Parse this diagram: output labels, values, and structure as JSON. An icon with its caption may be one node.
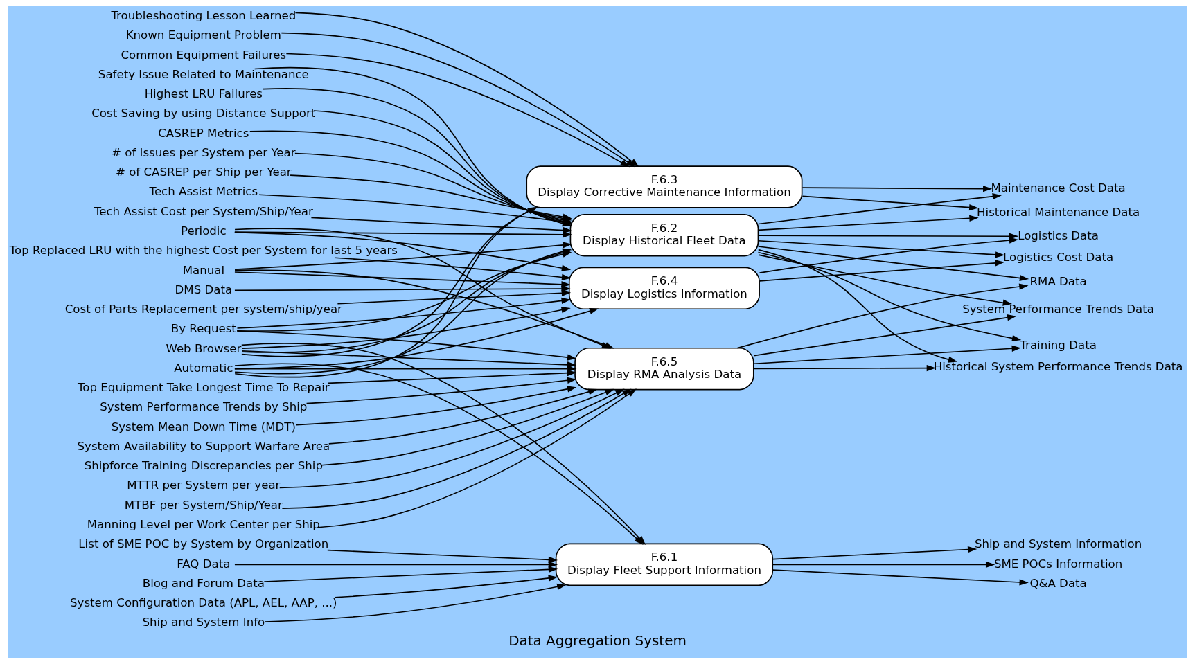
{
  "diagram": {
    "caption": "Data Aggregation System",
    "nodes": [
      {
        "text": [
          "Periodic"
        ]
      },
      {
        "text": [
          "Manual"
        ]
      },
      {
        "text": [
          "By Request"
        ]
      },
      {
        "text": [
          "Automatic"
        ]
      },
      {
        "text": [
          "System Configuration Data (APL, AEL, AAP, ...)"
        ]
      },
      {
        "text": [
          "Ship and System Info"
        ]
      },
      {
        "text": [
          "List of SME POC by System by Organization"
        ]
      },
      {
        "text": [
          "FAQ Data"
        ]
      },
      {
        "text": [
          "Blog and Forum Data"
        ]
      },
      {
        "text": [
          "F.6.1",
          "Display Fleet Support Information"
        ]
      },
      {
        "text": [
          "Q&A Data"
        ]
      },
      {
        "text": [
          "Ship and System Information"
        ]
      },
      {
        "text": [
          "SME POCs Information"
        ]
      },
      {
        "text": [
          "Tech Assist Metrics"
        ]
      },
      {
        "text": [
          "Tech Assist Cost per System/Ship/Year"
        ]
      },
      {
        "text": [
          "Safety Issue Related to Maintenance"
        ]
      },
      {
        "text": [
          "Highest LRU Failures"
        ]
      },
      {
        "text": [
          "Cost Saving by using Distance Support"
        ]
      },
      {
        "text": [
          "CASREP Metrics"
        ]
      },
      {
        "text": [
          "# of Issues per System per Year"
        ]
      },
      {
        "text": [
          "# of CASREP per Ship per Year"
        ]
      },
      {
        "text": [
          "F.6.2",
          "Display Historical Fleet Data"
        ]
      },
      {
        "text": [
          "Historical Maintenance Data"
        ]
      },
      {
        "text": [
          "Historical System Performance Trends Data"
        ]
      },
      {
        "text": [
          "Logistics Cost Data"
        ]
      },
      {
        "text": [
          "Logistics Data"
        ]
      },
      {
        "text": [
          "Maintenance Cost Data"
        ]
      },
      {
        "text": [
          "RMA Data"
        ]
      },
      {
        "text": [
          "System Performance Trends Data"
        ]
      },
      {
        "text": [
          "Training Data"
        ]
      },
      {
        "text": [
          "Troubleshooting Lesson Learned"
        ]
      },
      {
        "text": [
          "Known Equipment Problem"
        ]
      },
      {
        "text": [
          "Common Equipment Failures"
        ]
      },
      {
        "text": [
          "F.6.3",
          "Display Corrective Maintenance Information"
        ]
      },
      {
        "text": [
          "Top Replaced LRU with the highest Cost per System for last 5 years"
        ]
      },
      {
        "text": [
          "DMS Data"
        ]
      },
      {
        "text": [
          "Cost of Parts Replacement per system/ship/year"
        ]
      },
      {
        "text": [
          "F.6.4",
          "Display Logistics Information"
        ]
      },
      {
        "text": [
          "Top Equipment Take Longest Time To Repair"
        ]
      },
      {
        "text": [
          "System Performance Trends by Ship"
        ]
      },
      {
        "text": [
          "System Mean Down Time (MDT)"
        ]
      },
      {
        "text": [
          "System Availability to Support Warfare Area"
        ]
      },
      {
        "text": [
          "Shipforce Training Discrepancies per Ship"
        ]
      },
      {
        "text": [
          "MTTR per System per year"
        ]
      },
      {
        "text": [
          "MTBF per System/Ship/Year"
        ]
      },
      {
        "text": [
          "Manning Level per Work Center per Ship"
        ]
      },
      {
        "text": [
          "F.6.5",
          "Display RMA Analysis Data"
        ]
      },
      {
        "text": [
          "Web Browser"
        ]
      }
    ],
    "edges": [
      {
        "from": 4,
        "to": 9,
        "arrow": "to"
      },
      {
        "from": 5,
        "to": 9,
        "arrow": "to"
      },
      {
        "from": 6,
        "to": 9,
        "arrow": "to"
      },
      {
        "from": 7,
        "to": 9,
        "arrow": "to"
      },
      {
        "from": 8,
        "to": 9,
        "arrow": "to"
      },
      {
        "from": 9,
        "to": 10,
        "arrow": "to"
      },
      {
        "from": 9,
        "to": 11,
        "arrow": "to"
      },
      {
        "from": 9,
        "to": 12,
        "arrow": "to"
      },
      {
        "from": 13,
        "to": 21,
        "arrow": "to"
      },
      {
        "from": 14,
        "to": 21,
        "arrow": "to"
      },
      {
        "from": 15,
        "to": 21,
        "arrow": "to"
      },
      {
        "from": 16,
        "to": 21,
        "arrow": "to"
      },
      {
        "from": 17,
        "to": 21,
        "arrow": "to"
      },
      {
        "from": 18,
        "to": 21,
        "arrow": "to"
      },
      {
        "from": 19,
        "to": 21,
        "arrow": "to"
      },
      {
        "from": 20,
        "to": 21,
        "arrow": "to"
      },
      {
        "from": 21,
        "to": 22,
        "arrow": "to"
      },
      {
        "from": 21,
        "to": 23,
        "arrow": "to"
      },
      {
        "from": 21,
        "to": 24,
        "arrow": "to"
      },
      {
        "from": 21,
        "to": 25,
        "arrow": "to"
      },
      {
        "from": 21,
        "to": 26,
        "arrow": "to"
      },
      {
        "from": 21,
        "to": 27,
        "arrow": "to"
      },
      {
        "from": 21,
        "to": 28,
        "arrow": "to"
      },
      {
        "from": 21,
        "to": 29,
        "arrow": "to"
      },
      {
        "from": 30,
        "to": 33,
        "arrow": "to"
      },
      {
        "from": 31,
        "to": 33,
        "arrow": "to"
      },
      {
        "from": 32,
        "to": 33,
        "arrow": "to"
      },
      {
        "from": 33,
        "to": 22,
        "arrow": "to"
      },
      {
        "from": 33,
        "to": 26,
        "arrow": "to"
      },
      {
        "from": 34,
        "to": 37,
        "arrow": "to"
      },
      {
        "from": 35,
        "to": 37,
        "arrow": "to"
      },
      {
        "from": 36,
        "to": 37,
        "arrow": "to"
      },
      {
        "from": 37,
        "to": 24,
        "arrow": "to"
      },
      {
        "from": 37,
        "to": 25,
        "arrow": "to"
      },
      {
        "from": 38,
        "to": 46,
        "arrow": "to"
      },
      {
        "from": 39,
        "to": 46,
        "arrow": "to"
      },
      {
        "from": 40,
        "to": 46,
        "arrow": "to"
      },
      {
        "from": 41,
        "to": 46,
        "arrow": "to"
      },
      {
        "from": 42,
        "to": 46,
        "arrow": "to"
      },
      {
        "from": 43,
        "to": 46,
        "arrow": "to"
      },
      {
        "from": 44,
        "to": 46,
        "arrow": "to"
      },
      {
        "from": 45,
        "to": 46,
        "arrow": "to"
      },
      {
        "from": 46,
        "to": 23,
        "arrow": "to"
      },
      {
        "from": 46,
        "to": 27,
        "arrow": "to"
      },
      {
        "from": 46,
        "to": 28,
        "arrow": "to"
      },
      {
        "from": 46,
        "to": 29,
        "arrow": "to"
      },
      {
        "from": 0,
        "to": 21,
        "arrow": "to"
      },
      {
        "from": 1,
        "to": 21,
        "arrow": "to"
      },
      {
        "from": 2,
        "to": 21,
        "arrow": "to"
      },
      {
        "from": 3,
        "to": 21,
        "arrow": "to"
      },
      {
        "from": 0,
        "to": 37,
        "arrow": "to"
      },
      {
        "from": 1,
        "to": 37,
        "arrow": "to"
      },
      {
        "from": 2,
        "to": 37,
        "arrow": "to"
      },
      {
        "from": 3,
        "to": 37,
        "arrow": "to"
      },
      {
        "from": 0,
        "to": 46,
        "arrow": "to"
      },
      {
        "from": 1,
        "to": 46,
        "arrow": "to"
      },
      {
        "from": 2,
        "to": 46,
        "arrow": "to"
      },
      {
        "from": 3,
        "to": 46,
        "arrow": "to"
      },
      {
        "from": 3,
        "to": 9,
        "arrow": "to"
      },
      {
        "from": 3,
        "to": 33,
        "arrow": "to"
      },
      {
        "from": 47,
        "to": 9,
        "arrow": "to"
      },
      {
        "from": 47,
        "to": 21,
        "arrow": "to"
      },
      {
        "from": 47,
        "to": 33,
        "arrow": "to"
      },
      {
        "from": 47,
        "to": 37,
        "arrow": "to"
      },
      {
        "from": 47,
        "to": 46,
        "arrow": "to"
      }
    ]
  }
}
